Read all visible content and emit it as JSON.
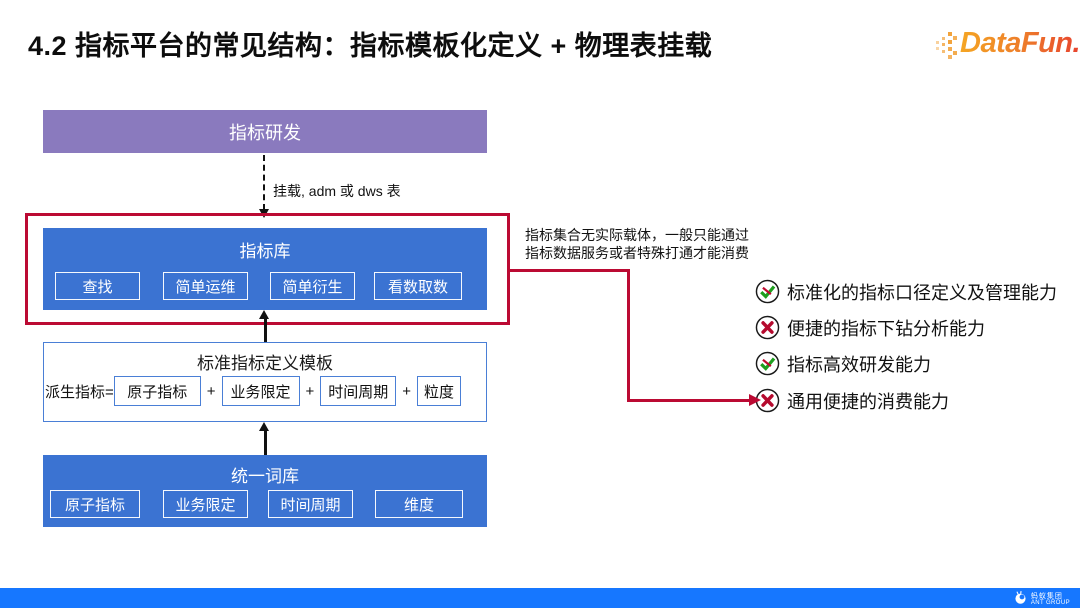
{
  "title": "4.2 指标平台的常见结构：指标模板化定义 + 物理表挂载",
  "logo": {
    "text": "DataFun."
  },
  "flow": {
    "dev_box_label": "指标研发",
    "mount_label": "挂载, adm 或 dws 表",
    "metric_store": {
      "title": "指标库",
      "buttons": [
        "查找",
        "简单运维",
        "简单衍生",
        "看数取数"
      ]
    },
    "template_box": {
      "title": "标准指标定义模板",
      "formula_label": "派生指标=",
      "plus": "+",
      "parts": [
        "原子指标",
        "业务限定",
        "时间周期",
        "粒度"
      ]
    },
    "dictionary_box": {
      "title": "统一词库",
      "buttons": [
        "原子指标",
        "业务限定",
        "时间周期",
        "维度"
      ]
    }
  },
  "annotation": {
    "line1": "指标集合无实际载体，一般只能通过",
    "line2": "指标数据服务或者特殊打通才能消费"
  },
  "capabilities": [
    {
      "icon": "check",
      "label": "标准化的指标口径定义及管理能力"
    },
    {
      "icon": "cross",
      "label": "便捷的指标下钻分析能力"
    },
    {
      "icon": "check",
      "label": "指标高效研发能力"
    },
    {
      "icon": "cross",
      "label": "通用便捷的消费能力"
    }
  ],
  "footer": {
    "company_cn": "蚂蚁集团",
    "company_en": "ANT GROUP"
  },
  "colors": {
    "purple": "#8A7ABE",
    "blue": "#3B73D2",
    "box_border_blue": "#4A7FD6",
    "highlight_red": "#BB0A33",
    "check_green": "#1E9E1E",
    "cross_red": "#B50A2E",
    "footer_blue": "#1677FF",
    "logo_orange_start": "#F5A623",
    "logo_orange_end": "#E8432E"
  }
}
